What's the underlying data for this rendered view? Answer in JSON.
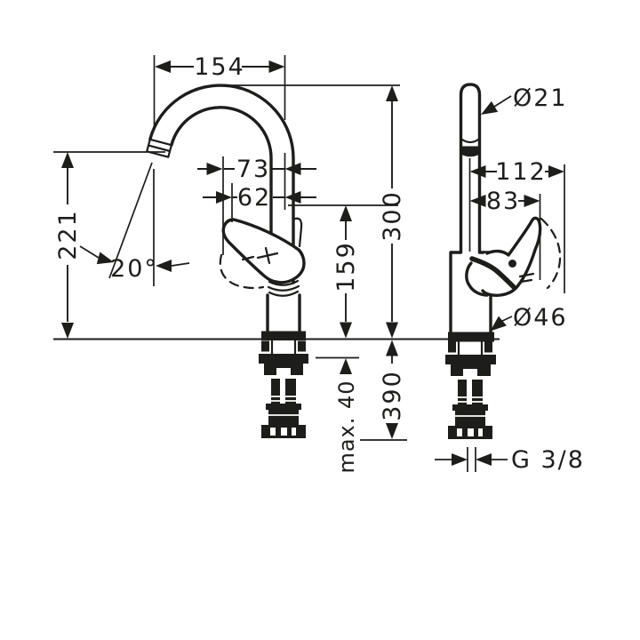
{
  "drawing": {
    "line_color": "#1d1d1b",
    "background": "#ffffff",
    "dims": {
      "spout_reach": "154",
      "raised_handle_offset": "73",
      "handle_offset": "62",
      "outlet_height": "221",
      "swivel_angle": "20°",
      "mid_height": "159",
      "total_height": "300",
      "install_height": "390",
      "max_counter_thickness": "max. 40",
      "spout_diameter": "Ø21",
      "handle_projection": "112",
      "handle_projection_inner": "83",
      "base_diameter": "Ø46",
      "connection_thread": "G 3/8"
    }
  }
}
